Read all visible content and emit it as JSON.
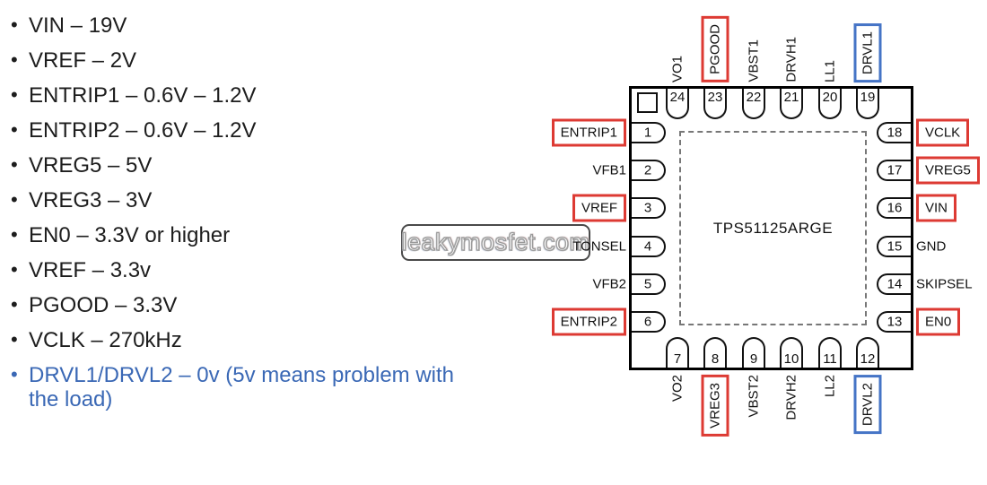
{
  "bullets": {
    "items": [
      {
        "text": "VIN – 19V",
        "emphasis": false
      },
      {
        "text": "VREF – 2V",
        "emphasis": false
      },
      {
        "text": "ENTRIP1 – 0.6V – 1.2V",
        "emphasis": false
      },
      {
        "text": "ENTRIP2 – 0.6V – 1.2V",
        "emphasis": false
      },
      {
        "text": "VREG5 – 5V",
        "emphasis": false
      },
      {
        "text": "VREG3 – 3V",
        "emphasis": false
      },
      {
        "text": "EN0 – 3.3V or higher",
        "emphasis": false
      },
      {
        "text": "VREF – 3.3v",
        "emphasis": false
      },
      {
        "text": "PGOOD – 3.3V",
        "emphasis": false
      },
      {
        "text": "VCLK – 270kHz",
        "emphasis": false
      },
      {
        "text": "DRVL1/DRVL2 – 0v (5v means problem with the load)",
        "emphasis": true
      }
    ]
  },
  "watermark": {
    "text": "leakymosfet.com"
  },
  "chip": {
    "name": "TPS51125ARGE",
    "pins": {
      "top": [
        {
          "num": "24",
          "label": "VO1",
          "box": "none"
        },
        {
          "num": "23",
          "label": "PGOOD",
          "box": "red"
        },
        {
          "num": "22",
          "label": "VBST1",
          "box": "none"
        },
        {
          "num": "21",
          "label": "DRVH1",
          "box": "none"
        },
        {
          "num": "20",
          "label": "LL1",
          "box": "none"
        },
        {
          "num": "19",
          "label": "DRVL1",
          "box": "blue"
        }
      ],
      "left": [
        {
          "num": "1",
          "label": "ENTRIP1",
          "box": "red"
        },
        {
          "num": "2",
          "label": "VFB1",
          "box": "none"
        },
        {
          "num": "3",
          "label": "VREF",
          "box": "red"
        },
        {
          "num": "4",
          "label": "TONSEL",
          "box": "none"
        },
        {
          "num": "5",
          "label": "VFB2",
          "box": "none"
        },
        {
          "num": "6",
          "label": "ENTRIP2",
          "box": "red"
        }
      ],
      "right": [
        {
          "num": "18",
          "label": "VCLK",
          "box": "red"
        },
        {
          "num": "17",
          "label": "VREG5",
          "box": "red"
        },
        {
          "num": "16",
          "label": "VIN",
          "box": "red"
        },
        {
          "num": "15",
          "label": "GND",
          "box": "none"
        },
        {
          "num": "14",
          "label": "SKIPSEL",
          "box": "none"
        },
        {
          "num": "13",
          "label": "EN0",
          "box": "red"
        }
      ],
      "bottom": [
        {
          "num": "7",
          "label": "VO2",
          "box": "none"
        },
        {
          "num": "8",
          "label": "VREG3",
          "box": "red"
        },
        {
          "num": "9",
          "label": "VBST2",
          "box": "none"
        },
        {
          "num": "10",
          "label": "DRVH2",
          "box": "none"
        },
        {
          "num": "11",
          "label": "LL2",
          "box": "none"
        },
        {
          "num": "12",
          "label": "DRVL2",
          "box": "blue"
        }
      ]
    }
  },
  "colors": {
    "highlight_red": "#dd3a33",
    "highlight_blue": "#4574c6",
    "note_blue": "#3a68b5",
    "text": "#1d1d1d"
  }
}
